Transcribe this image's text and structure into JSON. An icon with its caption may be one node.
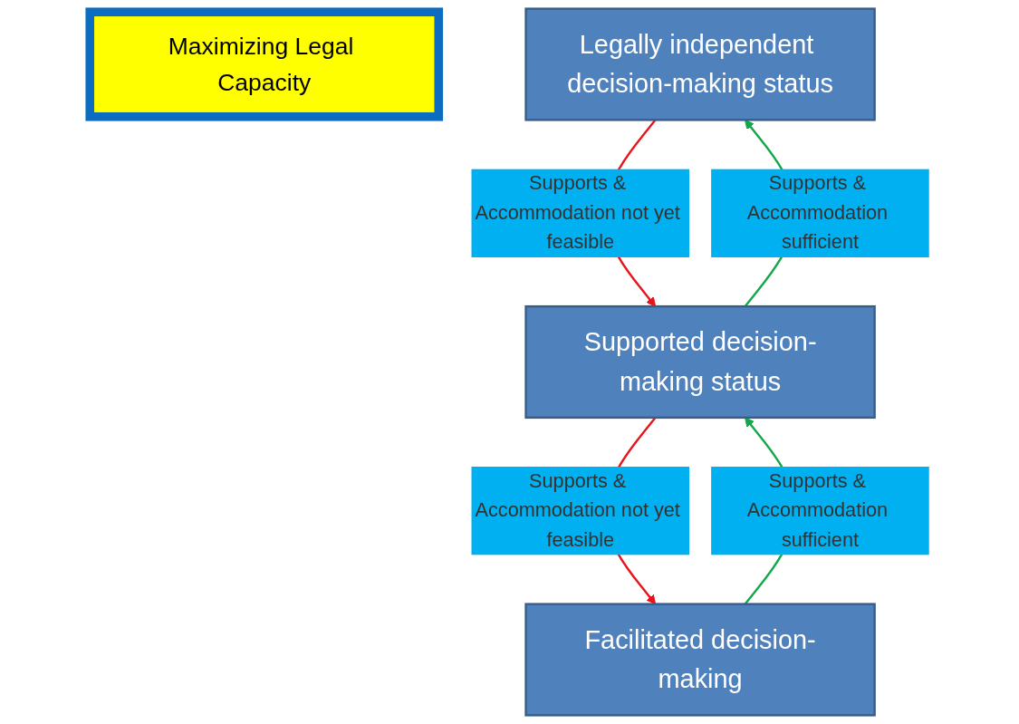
{
  "diagram": {
    "nodes": [
      {
        "text": [
          "Maximizing Legal Capacity"
        ]
      },
      {
        "text": [
          "Legally independent decision-making status"
        ]
      },
      {
        "text": [
          "Supported decision-making status"
        ]
      },
      {
        "text": [
          "Facilitated decision-making"
        ]
      }
    ],
    "edges": [
      {
        "from": 1,
        "to": 2,
        "arrow": "to",
        "label": "Supports & Accommodation not yet feasible",
        "color": "#e8141c"
      },
      {
        "from": 2,
        "to": 1,
        "arrow": "to",
        "label": "Supports & Accommodation sufficient",
        "color": "#12a84a"
      },
      {
        "from": 2,
        "to": 3,
        "arrow": "to",
        "label": "Supports & Accommodation not yet feasible",
        "color": "#e8141c"
      },
      {
        "from": 3,
        "to": 2,
        "arrow": "to",
        "label": "Supports & Accommodation sufficient",
        "color": "#12a84a"
      }
    ]
  }
}
